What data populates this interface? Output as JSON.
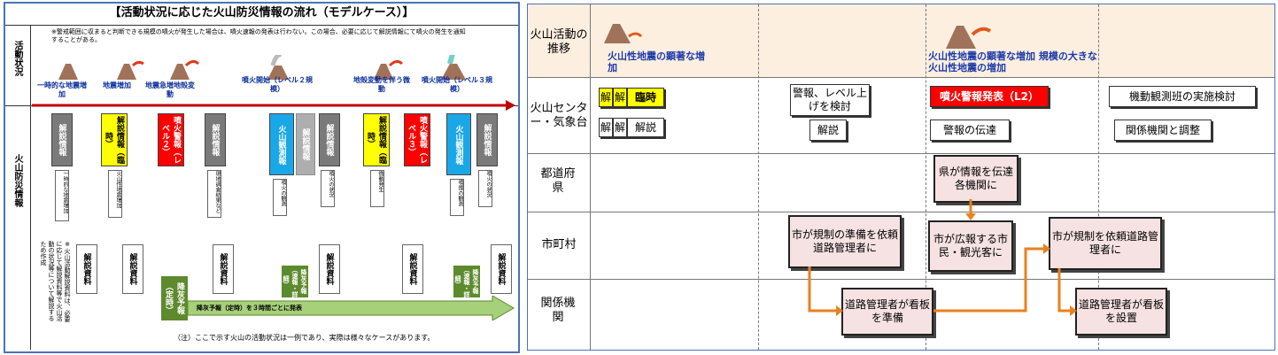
{
  "left": {
    "title": "【活動状況に応じた火山防災情報の流れ（モデルケース）】",
    "row_activity": "活動状況",
    "row_info": "火山防災情報",
    "note_top": "※警戒範囲に収まると判断できる規模の噴火が発生した場合は、噴火速報の発表は行わない。この場合、必要に応じて解説情報にて噴火の発生を通知することがある。",
    "events": [
      "一時的な地震増加",
      "地震増加",
      "地震急増地殻変動",
      "噴火開始（レベル２規模）",
      "地殻変動を伴う微動",
      "噴火開始（レベル３規模）"
    ],
    "info_boxes": [
      "解説情報",
      "解説情報（臨時）",
      "噴火警報（レベル２）",
      "解説情報",
      "火山観測報",
      "解説情報",
      "解説情報",
      "解説情報（臨時）",
      "噴火警報（レベル３）",
      "火山観測報",
      "解説情報"
    ],
    "small_notes": [
      "一時的な地震増加",
      "火山性地震増加",
      "現地調査結果など",
      "噴火の観測",
      "噴火の状況",
      "微動発生",
      "噴煙の観測",
      "噴火の状況"
    ],
    "side_note": "※火山活動解説資料は、必要に応じて解説資料等で火山活動の状況等について解説するため作成",
    "doc_label": "解説資料",
    "ashfall": "降灰予報（定時）",
    "ashfall_small": "降灰予報（速報・詳細）",
    "ashfall_arrow": "降灰予報（定時）を３時間ごとに発表",
    "footer_note": "（注）ここで示す火山の活動状況は一例であり、実際は様々なケースがあります。"
  },
  "right": {
    "rows": [
      "火山活動の推移",
      "火山センター・気象台",
      "都道府県",
      "市町村",
      "関係機関"
    ],
    "phase1": "火山性地震の顕著な増加",
    "phase2": "火山性地震の顕著な増加 規模の大きな火山性地震の増加",
    "center_boxes": {
      "kaisetsu_a": "解",
      "rinji_a": "臨時",
      "kaisetsu_b": "解",
      "kaisetsu_c": "解説",
      "keiho": "警報、レベル上げを検討",
      "kaisetsu_d": "解説",
      "warning": "噴火警報発表（L2）",
      "transmit": "警報の伝達",
      "mobile": "機動観測班の実施検討",
      "coord": "関係機関と調整"
    },
    "pref": "県が情報を伝達各機関に",
    "city1": "市が規制の準備を依頼道路管理者に",
    "city2": "市が広報する市民・観光客に",
    "city3": "市が規制を依頼道路管理者に",
    "org1": "道路管理者が看板を準備",
    "org2": "道路管理者が看板を設置"
  }
}
